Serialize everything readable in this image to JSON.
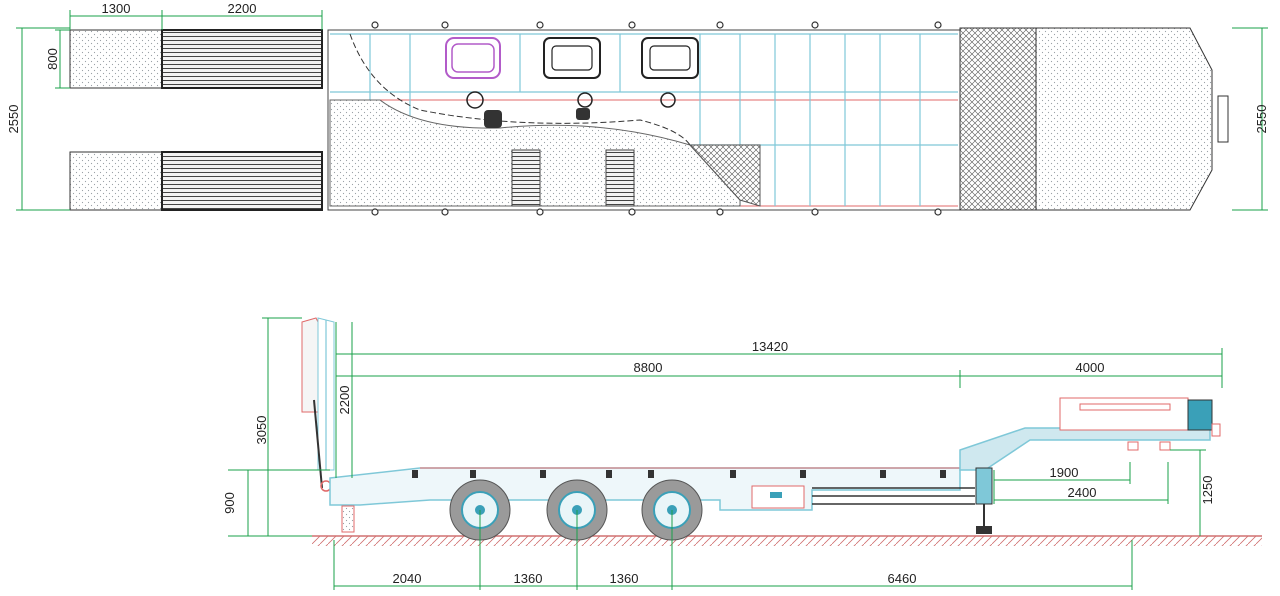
{
  "top_view": {
    "ramp_length": "1300",
    "bed_length": "2200",
    "ramp_width": "800",
    "overall_width_left": "2550",
    "overall_width_right": "2550"
  },
  "side_view": {
    "overall_length": "13420",
    "lowbed_length": "8800",
    "gooseneck_length": "4000",
    "ramp_height": "2200",
    "total_height": "3050",
    "deck_height": "900",
    "kingpin_dim_a": "1900",
    "kingpin_dim_b": "2400",
    "coupling_height": "1250",
    "rear_overhang": "2040",
    "axle_spacing_1": "1360",
    "axle_spacing_2": "1360",
    "axle_to_kingpin": "6460"
  },
  "colors": {
    "dimension_line": "#1aa04a",
    "frame_blue": "#7fc8d8",
    "accent_red": "#e06a6a",
    "suspension_purple": "#b25bc9",
    "tire": "#9a9a9a",
    "wheel_hub": "#3aa0b8"
  }
}
